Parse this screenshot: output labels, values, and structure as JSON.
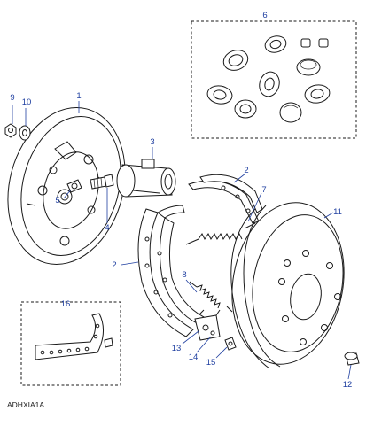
{
  "reference_code": "ADHXIA1A",
  "callouts": [
    {
      "id": "c1",
      "label": "1"
    },
    {
      "id": "c2a",
      "label": "2"
    },
    {
      "id": "c2b",
      "label": "2"
    },
    {
      "id": "c3",
      "label": "3"
    },
    {
      "id": "c4",
      "label": "4"
    },
    {
      "id": "c5",
      "label": "5"
    },
    {
      "id": "c6",
      "label": "6"
    },
    {
      "id": "c7",
      "label": "7"
    },
    {
      "id": "c8",
      "label": "8"
    },
    {
      "id": "c9",
      "label": "9"
    },
    {
      "id": "c10",
      "label": "10"
    },
    {
      "id": "c11",
      "label": "11"
    },
    {
      "id": "c12",
      "label": "12"
    },
    {
      "id": "c13",
      "label": "13"
    },
    {
      "id": "c14",
      "label": "14"
    },
    {
      "id": "c15",
      "label": "15"
    },
    {
      "id": "c16",
      "label": "16"
    }
  ],
  "colors": {
    "callout": "#1f3fa0",
    "line": "#1a1a1a",
    "background": "#ffffff"
  }
}
